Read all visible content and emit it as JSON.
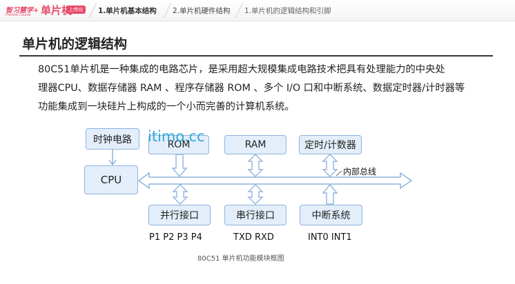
{
  "header": {
    "brand_logo": "智习慧学+",
    "brand_sub": "Frontle Course",
    "brand_title": "单片机",
    "brand_badge": "上传仪",
    "breadcrumbs": [
      "1.单片机基本结构",
      "2.单片机硬件结构",
      "1.单片机的逻辑结构和引脚"
    ]
  },
  "page": {
    "title": "单片机的逻辑结构",
    "paragraph_lines": [
      "80C51单片机是一种集成的电路芯片，是采用超大规模集成电路技术把具有处理能力的中央处",
      "理器CPU、数据存储器 RAM 、程序存储器 ROM 、多个 I/O 口和中断系统、数据定时器/计时器等",
      "功能集成到一块硅片上构成的一个小而完善的计算机系统。"
    ],
    "watermark": "itimo.cc"
  },
  "diagram": {
    "clock": "时钟电路",
    "cpu": "CPU",
    "rom": "ROM",
    "ram": "RAM",
    "timer": "定时/计数器",
    "bus_label": "内部总线",
    "parallel": "并行接口",
    "serial": "串行接口",
    "interrupt": "中断系统",
    "parallel_pins": "P1 P2 P3 P4",
    "serial_pins": "TXD RXD",
    "interrupt_pins": "INT0 INT1",
    "caption": "80C51 单片机功能模块框图",
    "colors": {
      "box_fill": "#e3eefa",
      "box_border": "#8eb4de",
      "accent": "#e84a6a"
    }
  }
}
